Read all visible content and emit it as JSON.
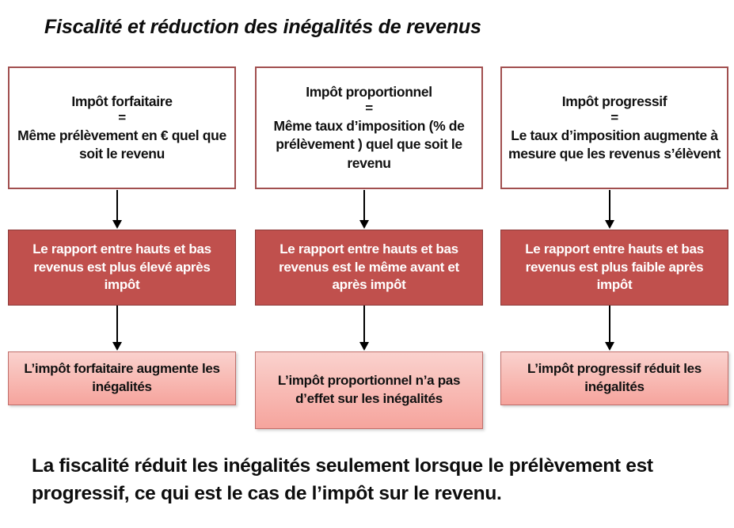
{
  "title": "Fiscalité et réduction des inégalités de revenus",
  "colors": {
    "outline_border": "#a14f4f",
    "result_fill": "#c0504d",
    "result_border": "#8c3a39",
    "effect_fill_top": "#fad2ce",
    "effect_fill_bottom": "#f6a49d",
    "effect_border": "#c06e6a",
    "text_dark": "#111111",
    "text_light": "#ffffff",
    "arrow": "#000000"
  },
  "columns": [
    {
      "definition": {
        "name": "Impôt forfaitaire",
        "equals": "=",
        "body": "Même prélèvement en € quel que soit le revenu"
      },
      "result": "Le rapport entre hauts et bas revenus est plus élevé après impôt",
      "effect": "L’impôt forfaitaire augmente les inégalités"
    },
    {
      "definition": {
        "name": "Impôt proportionnel",
        "equals": "=",
        "body": "Même taux d’imposition (% de prélèvement ) quel que soit le revenu"
      },
      "result": "Le rapport entre hauts et bas revenus est le même avant et après impôt",
      "effect": "L’impôt proportionnel n’a pas d’effet sur les inégalités"
    },
    {
      "definition": {
        "name": "Impôt progressif",
        "equals": "=",
        "body": "Le taux d’imposition augmente à mesure que les revenus s’élèvent"
      },
      "result": "Le rapport entre hauts et bas revenus est plus faible après impôt",
      "effect": "L’impôt progressif réduit les inégalités"
    }
  ],
  "conclusion": "La fiscalité réduit les inégalités seulement lorsque le prélèvement est progressif, ce qui est le cas de l’impôt sur le revenu."
}
